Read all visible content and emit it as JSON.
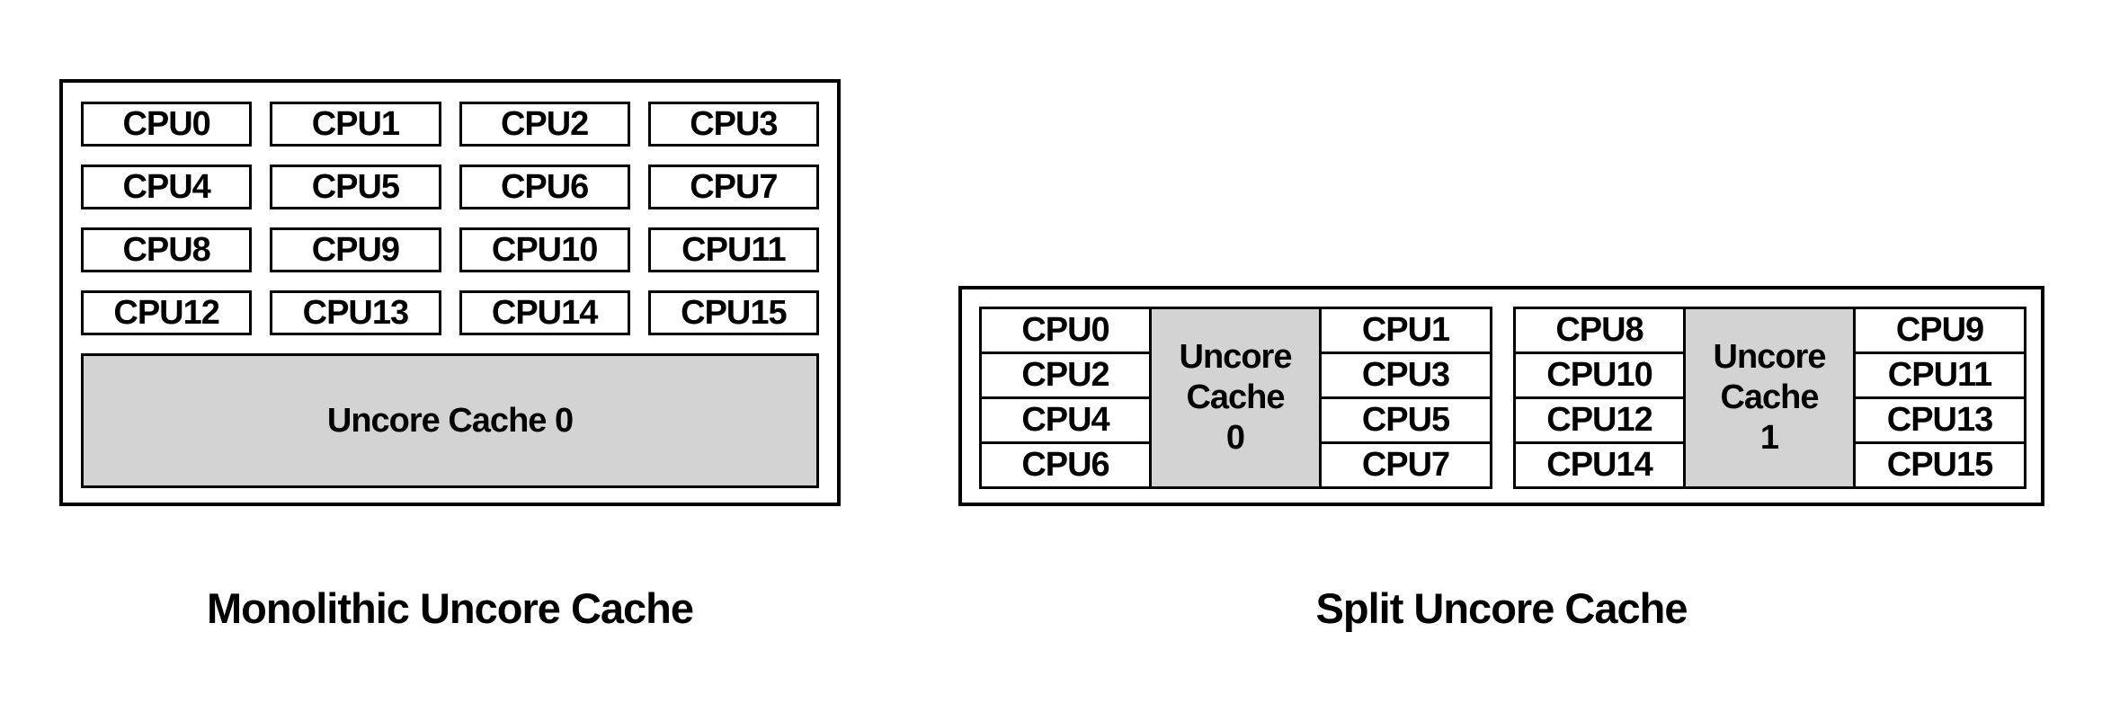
{
  "page": {
    "background": "#ffffff"
  },
  "colors": {
    "cache_fill": "#d3d3d3",
    "border": "#000000",
    "text": "#000000"
  },
  "monolithic": {
    "caption": "Monolithic Uncore Cache",
    "cpus": [
      "CPU0",
      "CPU1",
      "CPU2",
      "CPU3",
      "CPU4",
      "CPU5",
      "CPU6",
      "CPU7",
      "CPU8",
      "CPU9",
      "CPU10",
      "CPU11",
      "CPU12",
      "CPU13",
      "CPU14",
      "CPU15"
    ],
    "cache_label": "Uncore Cache 0"
  },
  "split": {
    "caption": "Split Uncore Cache",
    "clusters": [
      {
        "left_cpus": [
          "CPU0",
          "CPU2",
          "CPU4",
          "CPU6"
        ],
        "cache_label_lines": [
          "Uncore",
          "Cache",
          "0"
        ],
        "right_cpus": [
          "CPU1",
          "CPU3",
          "CPU5",
          "CPU7"
        ]
      },
      {
        "left_cpus": [
          "CPU8",
          "CPU10",
          "CPU12",
          "CPU14"
        ],
        "cache_label_lines": [
          "Uncore",
          "Cache",
          "1"
        ],
        "right_cpus": [
          "CPU9",
          "CPU11",
          "CPU13",
          "CPU15"
        ]
      }
    ]
  }
}
